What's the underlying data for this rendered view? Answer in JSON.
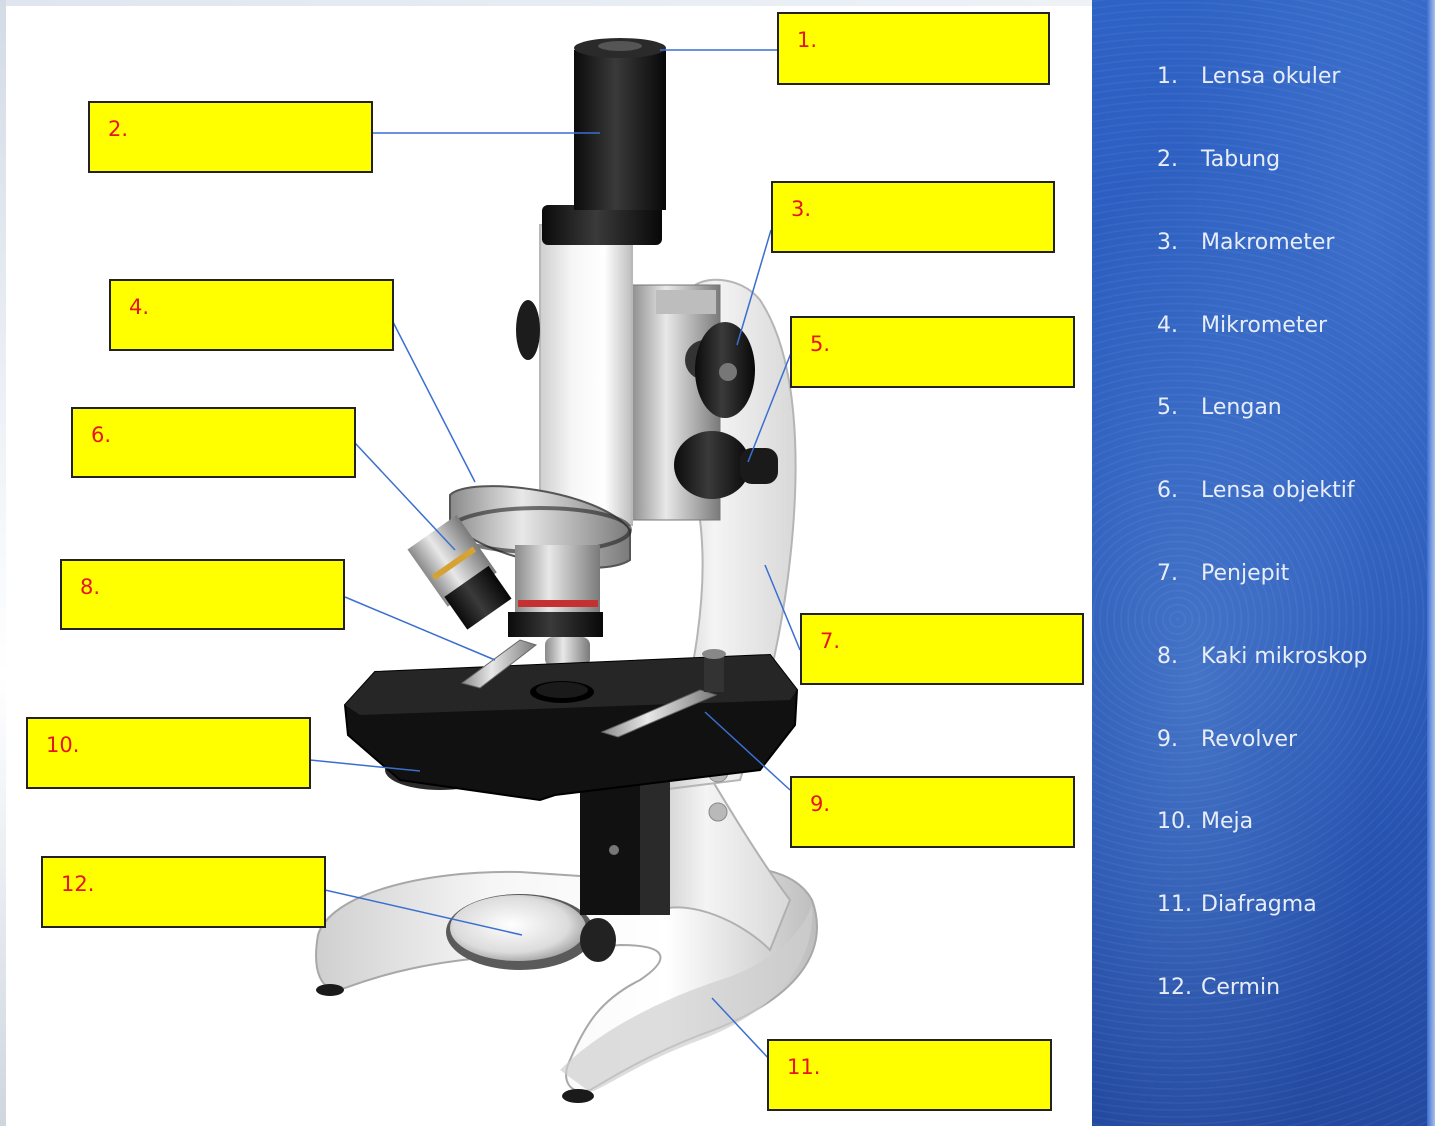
{
  "diagram": {
    "labels": [
      "1.",
      "2.",
      "3.",
      "4.",
      "5.",
      "6.",
      "7.",
      "8.",
      "9.",
      "10.",
      "11.",
      "12."
    ]
  },
  "legend": {
    "items": [
      {
        "num": "1.",
        "text": "Lensa okuler"
      },
      {
        "num": "2.",
        "text": "Tabung"
      },
      {
        "num": "3.",
        "text": "Makrometer"
      },
      {
        "num": "4.",
        "text": "Mikrometer"
      },
      {
        "num": "5.",
        "text": "Lengan"
      },
      {
        "num": "6.",
        "text": "Lensa objektif"
      },
      {
        "num": "7.",
        "text": "Penjepit"
      },
      {
        "num": "8.",
        "text": "Kaki mikroskop"
      },
      {
        "num": "9.",
        "text": "Revolver"
      },
      {
        "num": "10.",
        "text": "Meja"
      },
      {
        "num": "11.",
        "text": "Diafragma"
      },
      {
        "num": "12.",
        "text": "Cermin"
      }
    ]
  },
  "colors": {
    "label_fill": "#ffff00",
    "label_text": "#e8141b",
    "panel_blue": "#2a5bbd",
    "leader_line": "#3a6fd0"
  }
}
